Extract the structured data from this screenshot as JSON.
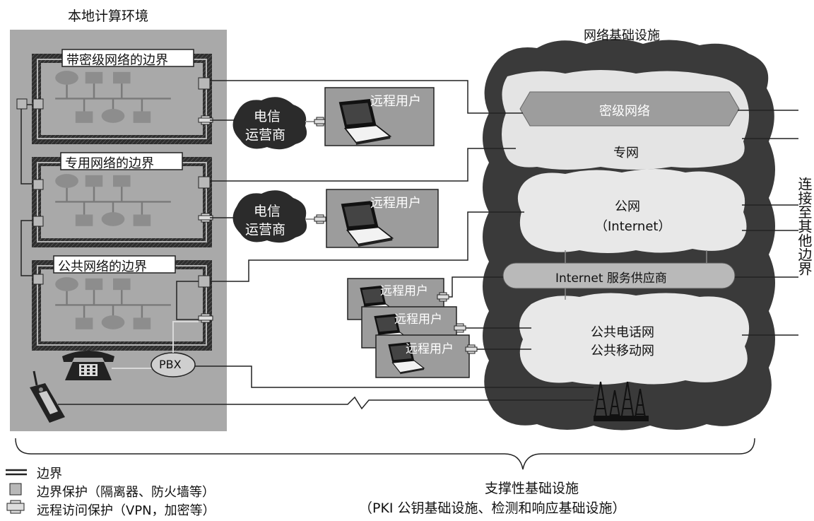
{
  "local": {
    "title": "本地计算环境",
    "zones": [
      {
        "label": "带密级网络的边界"
      },
      {
        "label": "专用网络的边界"
      },
      {
        "label": "公共网络的边界"
      }
    ],
    "pbx": "PBX"
  },
  "carriers": [
    {
      "line1": "电信",
      "line2": "运营商"
    },
    {
      "line1": "电信",
      "line2": "运营商"
    }
  ],
  "remote_users": [
    "远程用户",
    "远程用户",
    "远程用户",
    "远程用户",
    "远程用户"
  ],
  "infra": {
    "title": "网络基础设施",
    "classified": "密级网络",
    "private": "专网",
    "public_line1": "公网",
    "public_line2": "（Internet）",
    "isp": "Internet 服务供应商",
    "pstn_line1": "公共电话网",
    "pstn_line2": "公共移动网"
  },
  "side_label": "连接至其他边界",
  "support": {
    "line1": "支撑性基础设施",
    "line2": "（PKI 公钥基础设施、检测和响应基础设施）"
  },
  "legend": [
    {
      "icon": "double-line",
      "text": "边界"
    },
    {
      "icon": "square",
      "text": "边界保护（隔离器、防火墙等）"
    },
    {
      "icon": "cross-plug",
      "text": "远程访问保护（VPN，加密等）"
    }
  ]
}
